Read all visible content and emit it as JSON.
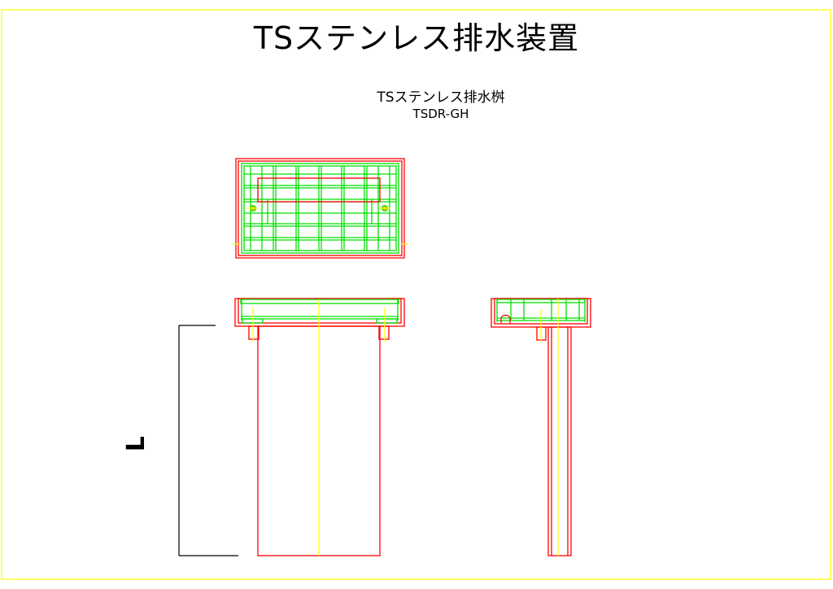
{
  "title": "TSステンレス排水装置",
  "drawing": {
    "name": "TSステンレス排水桝",
    "model": "TSDR-GH",
    "dimension_label": "L"
  },
  "colors": {
    "outline": "#ff0000",
    "grating": "#00e000",
    "centerline": "#ffff00",
    "dimension": "#000000"
  }
}
